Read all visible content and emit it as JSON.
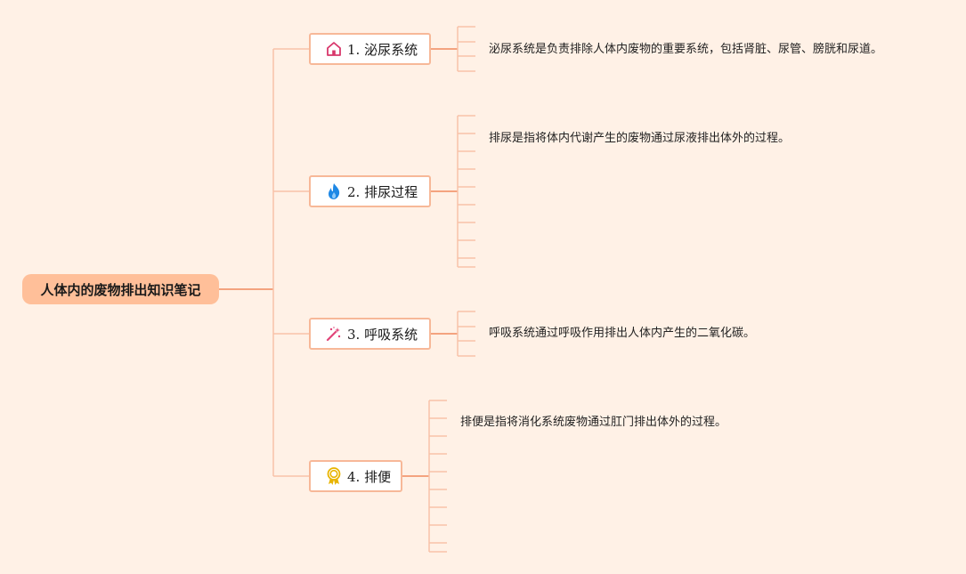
{
  "root": {
    "title": "人体内的废物排出知识笔记"
  },
  "branches": [
    {
      "label": "1. 泌尿系统",
      "icon": "house-icon",
      "icon_color": "#d8376b",
      "note": "泌尿系统是负责排除人体内废物的重要系统，包括肾脏、尿管、膀胱和尿道。"
    },
    {
      "label": "2. 排尿过程",
      "icon": "flame-icon",
      "icon_color": "#1e88e5",
      "note": "排尿是指将体内代谢产生的废物通过尿液排出体外的过程。"
    },
    {
      "label": "3. 呼吸系统",
      "icon": "magic-wand-icon",
      "icon_color": "#e04478",
      "note": "呼吸系统通过呼吸作用排出人体内产生的二氧化碳。"
    },
    {
      "label": "4. 排便",
      "icon": "award-ribbon-icon",
      "icon_color": "#e8b400",
      "note": "排便是指将消化系统废物通过肛门排出体外的过程。"
    }
  ],
  "colors": {
    "background": "#fff1e6",
    "root_fill": "#ffbf99",
    "line": "#f4a37f",
    "line_light": "#f8c2a8",
    "branch_border": "#f7b898"
  }
}
